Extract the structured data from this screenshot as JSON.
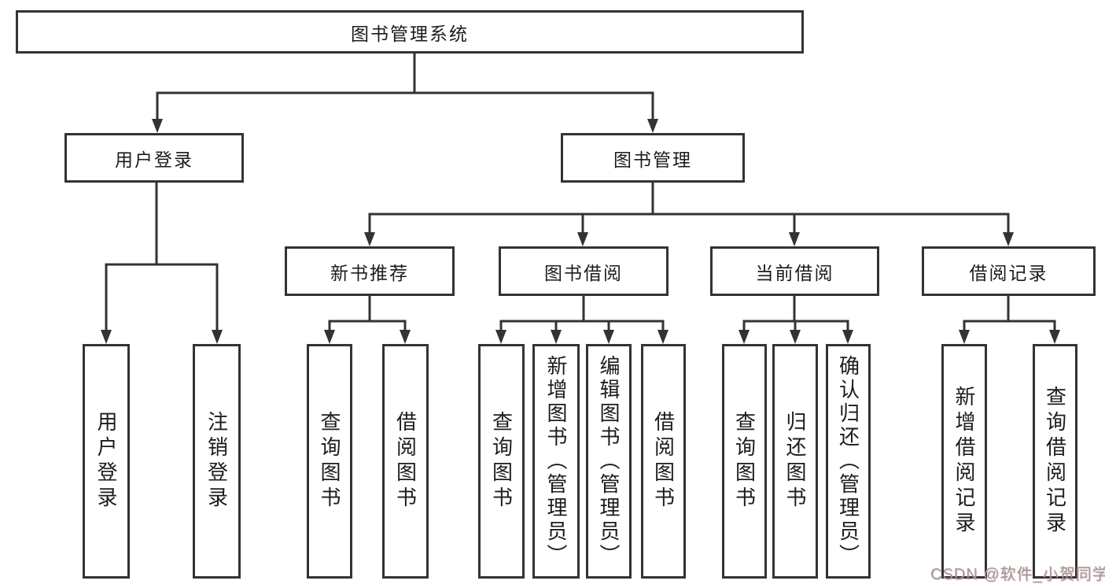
{
  "diagram": {
    "type": "hierarchy-tree",
    "title": "图书管理系统",
    "watermark": "CSDN @软件_小贺同学",
    "colors": {
      "line": "#333333",
      "box_border": "#333333",
      "text": "#1c1c1c",
      "watermark_text": "#9b9b9b",
      "background": "#ffffff"
    }
  },
  "nodes": {
    "root": {
      "id": "library-management-system",
      "label": "图书管理系统"
    },
    "level2": [
      {
        "id": "user-login",
        "label": "用户登录",
        "parent": "library-management-system"
      },
      {
        "id": "book-management",
        "label": "图书管理",
        "parent": "library-management-system"
      }
    ],
    "level3": [
      {
        "id": "new-book-recommend",
        "label": "新书推荐",
        "parent": "book-management"
      },
      {
        "id": "book-borrow",
        "label": "图书借阅",
        "parent": "book-management"
      },
      {
        "id": "current-borrow",
        "label": "当前借阅",
        "parent": "book-management"
      },
      {
        "id": "borrow-records",
        "label": "借阅记录",
        "parent": "book-management"
      }
    ],
    "leaves": [
      {
        "id": "user-login-leaf",
        "label": "用户登录",
        "parent": "user-login"
      },
      {
        "id": "logout",
        "label": "注销登录",
        "parent": "user-login"
      },
      {
        "id": "nbr-query-books",
        "label": "查询图书",
        "parent": "new-book-recommend"
      },
      {
        "id": "nbr-borrow-books",
        "label": "借阅图书",
        "parent": "new-book-recommend"
      },
      {
        "id": "bb-query-books",
        "label": "查询图书",
        "parent": "book-borrow"
      },
      {
        "id": "bb-add-books",
        "label": "新增图书（管理员）",
        "parent": "book-borrow"
      },
      {
        "id": "bb-edit-books",
        "label": "编辑图书（管理员）",
        "parent": "book-borrow"
      },
      {
        "id": "bb-borrow-books",
        "label": "借阅图书",
        "parent": "book-borrow"
      },
      {
        "id": "cb-query-books",
        "label": "查询图书",
        "parent": "current-borrow"
      },
      {
        "id": "cb-return-books",
        "label": "归还图书",
        "parent": "current-borrow"
      },
      {
        "id": "cb-confirm-return",
        "label": "确认归还（管理员）",
        "parent": "current-borrow"
      },
      {
        "id": "br-add-record",
        "label": "新增借阅记录",
        "parent": "borrow-records"
      },
      {
        "id": "br-query-record",
        "label": "查询借阅记录",
        "parent": "borrow-records"
      }
    ]
  }
}
